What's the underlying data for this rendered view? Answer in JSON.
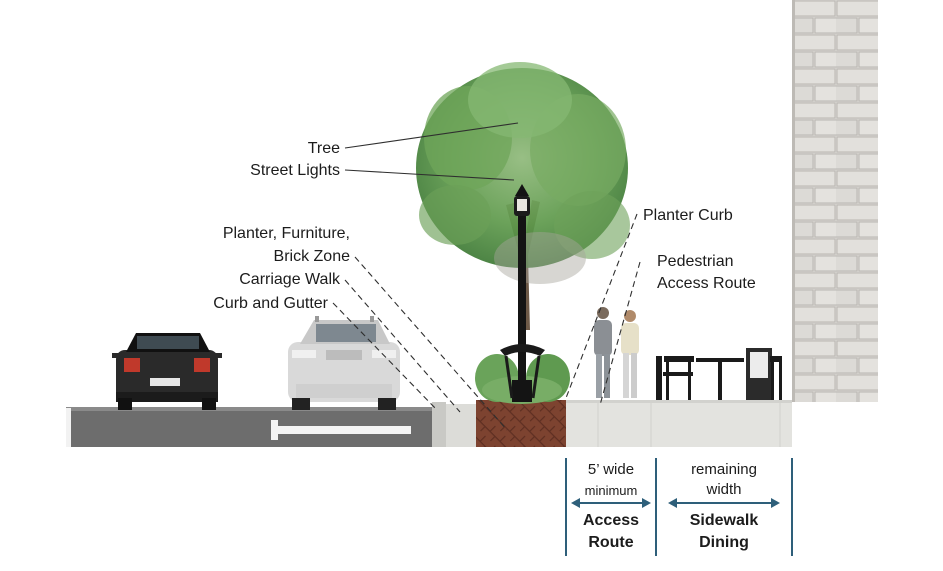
{
  "labels": {
    "tree": "Tree",
    "street_lights": "Street Lights",
    "planter_line1": "Planter, Furniture,",
    "planter_line2": "Brick Zone",
    "carriage_walk": "Carriage Walk",
    "curb_gutter": "Curb and Gutter",
    "planter_curb": "Planter Curb",
    "pedestrian_line1": "Pedestrian",
    "pedestrian_line2": "Access Route"
  },
  "zones": {
    "access": {
      "width_line": "5’ wide",
      "qualifier": "minimum",
      "name_line1": "Access",
      "name_line2": "Route"
    },
    "dining": {
      "width_line1": "remaining",
      "width_line2": "width",
      "name_line1": "Sidewalk",
      "name_line2": "Dining"
    }
  },
  "colors": {
    "accent_arrow": "#2e5f7a",
    "leader_line": "#333333",
    "road": "#6b6b6b",
    "sidewalk": "#e2e2de",
    "brick": "#7a3f2e",
    "foliage": "#5f9a4c",
    "wall": "#d8d6d2"
  }
}
